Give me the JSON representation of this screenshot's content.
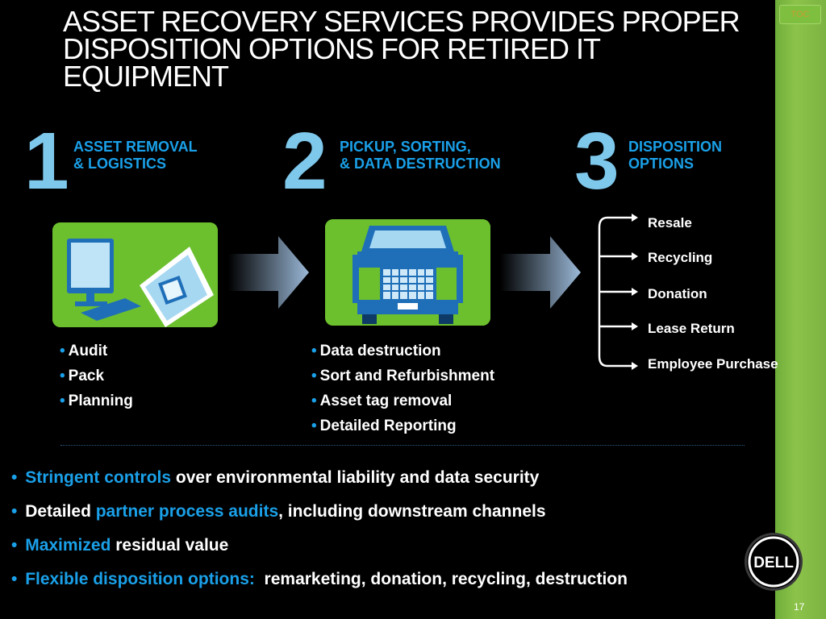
{
  "slide": {
    "title": "ASSET RECOVERY SERVICES PROVIDES PROPER DISPOSITION OPTIONS FOR RETIRED IT EQUIPMENT",
    "toc_label": "TOC",
    "page_number": "17",
    "logo_text": "DELL"
  },
  "steps": [
    {
      "number": "1",
      "line1": "ASSET REMOVAL",
      "line2": "& LOGISTICS"
    },
    {
      "number": "2",
      "line1": "PICKUP, SORTING,",
      "line2": "& DATA DESTRUCTION"
    },
    {
      "number": "3",
      "line1": "DISPOSITION",
      "line2": "OPTIONS"
    }
  ],
  "disposition_options": [
    "Resale",
    "Recycling",
    "Donation",
    "Lease Return",
    "Employee Purchase"
  ],
  "step1_items": [
    "Audit",
    "Pack",
    "Planning"
  ],
  "step2_items": [
    "Data destruction",
    "Sort and Refurbishment",
    "Asset tag removal",
    "Detailed Reporting"
  ],
  "bullets": [
    {
      "highlight": "Stringent controls",
      "text": " over environmental liability and data security"
    },
    {
      "pre": "Detailed ",
      "highlight": "partner process audits",
      "text": ", including downstream channels"
    },
    {
      "highlight": "Maximized",
      "text": " residual value"
    },
    {
      "highlight": "Flexible disposition options:",
      "text": "  remarketing, donation, recycling, destruction"
    }
  ],
  "colors": {
    "accent_blue": "#1aa0e8",
    "number_blue": "#7ec8ec",
    "green": "#6cc02d"
  }
}
